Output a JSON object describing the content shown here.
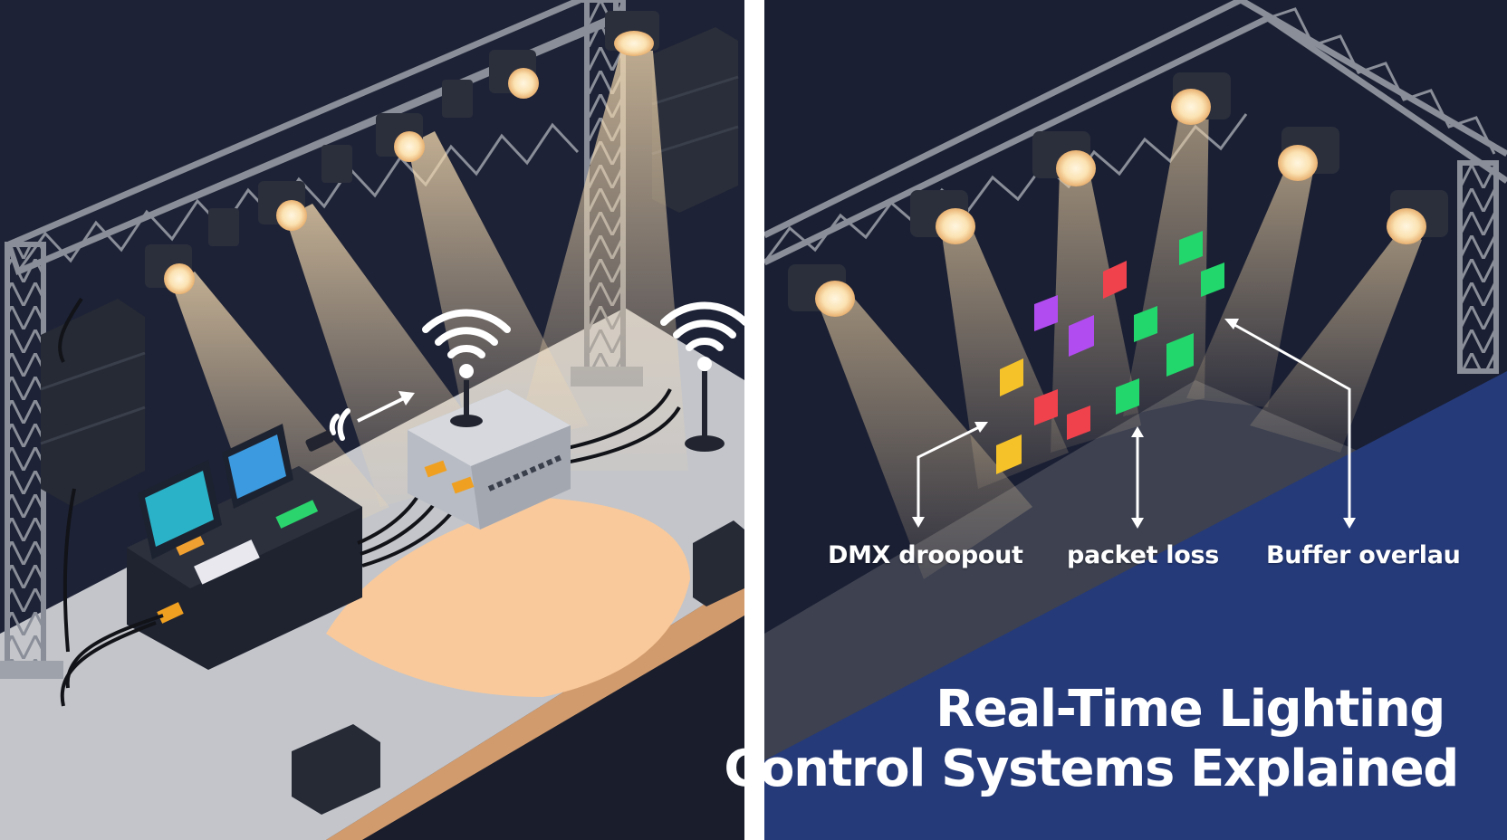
{
  "title": {
    "line1": "Real-Time Lighting",
    "line2": "Control Systems Explained"
  },
  "callouts": [
    {
      "id": "dmx",
      "label": "DMX droopout"
    },
    {
      "id": "packet",
      "label": "packet loss"
    },
    {
      "id": "buffer",
      "label": "Buffer overlau"
    }
  ],
  "colors": {
    "background_dark": "#1a1f33",
    "title_band": "#253a79",
    "divider": "#ffffff",
    "truss": "#8a8e98",
    "beam_warm": "#f6d7a8",
    "stage_floor": "#c6c8cc",
    "spotlight_pool": "#f9c99b",
    "cable_connector": "#f0a020",
    "wifi_signal": "#ffffff",
    "packet_green": "#22d76b",
    "packet_red": "#f0424d",
    "packet_purple": "#b14cf0",
    "packet_yellow": "#f5c22a"
  },
  "icons": [
    "wifi-icon",
    "spotlight-icon",
    "speaker-icon",
    "router-icon",
    "lighting-console-icon",
    "antenna-icon"
  ]
}
